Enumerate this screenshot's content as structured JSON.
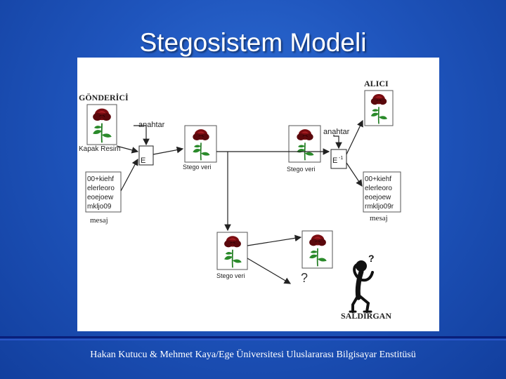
{
  "slide": {
    "title": "Stegosistem Modeli",
    "footer": "Hakan Kutucu & Mehmet Kaya/Ege Üniversitesi Uluslararası Bilgisayar Enstitüsü"
  },
  "diagram": {
    "sender_label": "GÖNDERİCİ",
    "receiver_label": "ALICI",
    "attacker_label": "SALDIRGAN",
    "key_label_left": "anahtar",
    "key_label_right": "anahtar",
    "cover_label": "Kapak Resim",
    "embed_box": "E",
    "extract_box": "E",
    "extract_sup": "-1",
    "stego_label_1": "Stego veri",
    "stego_label_2": "Stego veri",
    "stego_label_3": "Stego veri",
    "message_label_left": "mesaj",
    "message_label_right": "mesaj",
    "message_lines_left": [
      "00+kiehf",
      "elerleoro",
      "eoejoew",
      "mkljo09"
    ],
    "message_lines_right": [
      "00+kiehf",
      "elerleoro",
      "eoejoew",
      "rmkljo09r"
    ],
    "question_mark": "?",
    "attacker_question": "?",
    "icons": [
      "rose-image-icon",
      "thinking-person-icon"
    ]
  }
}
